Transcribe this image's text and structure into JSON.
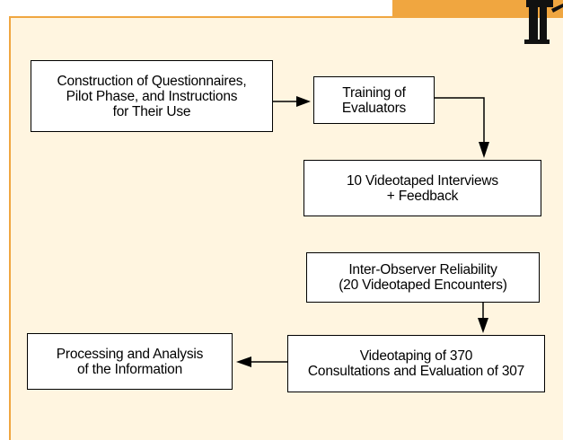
{
  "flowchart": {
    "steps": [
      {
        "id": "construction",
        "text": "Construction of Questionnaires,\nPilot Phase, and Instructions\nfor Their Use"
      },
      {
        "id": "training",
        "text": "Training of\nEvaluators"
      },
      {
        "id": "interviews",
        "text": "10 Videotaped Interviews\n+ Feedback"
      },
      {
        "id": "reliability",
        "text": "Inter-Observer Reliability\n(20 Videotaped Encounters)"
      },
      {
        "id": "videotaping",
        "text": "Videotaping of 370\nConsultations and Evaluation of 307"
      },
      {
        "id": "processing",
        "text": "Processing and Analysis\nof the Information"
      }
    ],
    "connections": [
      {
        "from": "construction",
        "to": "training"
      },
      {
        "from": "training",
        "to": "interviews"
      },
      {
        "from": "reliability",
        "to": "videotaping"
      },
      {
        "from": "videotaping",
        "to": "processing"
      }
    ]
  },
  "colors": {
    "panel_background": "#fff5e0",
    "panel_border": "#f0a640",
    "accent_tab": "#f0a640"
  }
}
